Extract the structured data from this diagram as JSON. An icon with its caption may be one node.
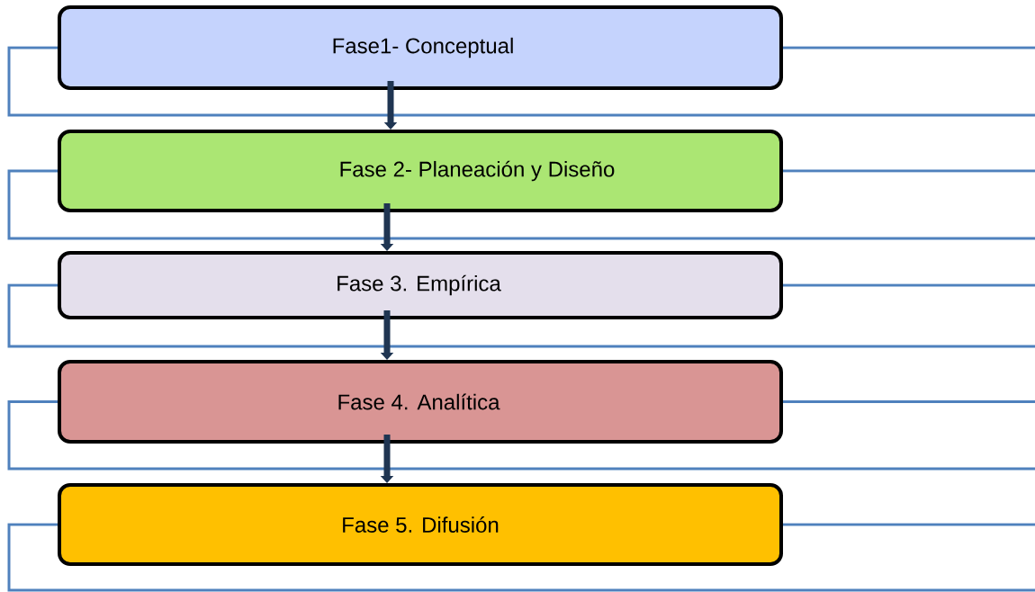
{
  "diagram": {
    "nodes": [
      {
        "text": [
          "Fase1- Conceptual"
        ]
      },
      {
        "text": [
          "Fase 2-  Planeación y Diseño"
        ]
      },
      {
        "text": [
          "Fase 3.  Empírica"
        ]
      },
      {
        "text": [
          "Fase 4.  Analítica"
        ]
      },
      {
        "text": [
          "Fase 5. Difusión"
        ]
      }
    ],
    "edges": [
      {
        "from": 0,
        "to": 1,
        "arrow": "to"
      },
      {
        "from": 1,
        "to": 2,
        "arrow": "to"
      },
      {
        "from": 2,
        "to": 3,
        "arrow": "to"
      },
      {
        "from": 3,
        "to": 4,
        "arrow": "to"
      }
    ]
  }
}
